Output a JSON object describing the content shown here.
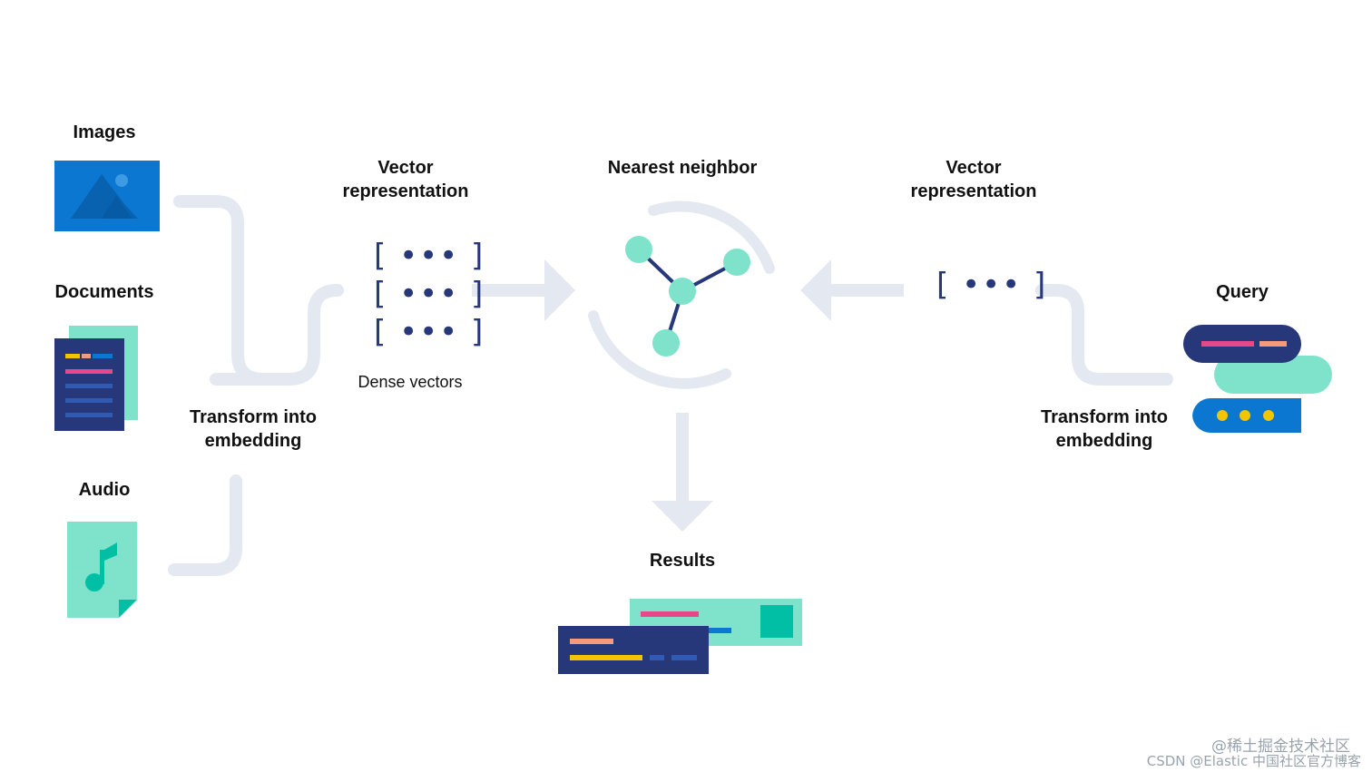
{
  "labels": {
    "images": "Images",
    "documents": "Documents",
    "audio": "Audio",
    "transform_left_line1": "Transform into",
    "transform_left_line2": "embedding",
    "vector_left_line1": "Vector",
    "vector_left_line2": "representation",
    "dense_vectors": "Dense vectors",
    "nearest_neighbor": "Nearest neighbor",
    "vector_right_line1": "Vector",
    "vector_right_line2": "representation",
    "query": "Query",
    "transform_right_line1": "Transform into",
    "transform_right_line2": "embedding",
    "results": "Results"
  },
  "vectors": {
    "left_rows": [
      "[ ••• ]",
      "[ ••• ]",
      "[ ••• ]"
    ],
    "right_row": "[ ••• ]"
  },
  "watermark": {
    "line1": "@稀土掘金技术社区",
    "line2": "CSDN @Elastic 中国社区官方博客"
  },
  "colors": {
    "navy": "#26377a",
    "blue": "#0b77d0",
    "teal": "#7fe3cc",
    "teal_dark": "#00bfa5",
    "pink": "#e8488a",
    "salmon": "#f59a7b",
    "yellow": "#f5c400",
    "connector": "#e4e8f0"
  }
}
